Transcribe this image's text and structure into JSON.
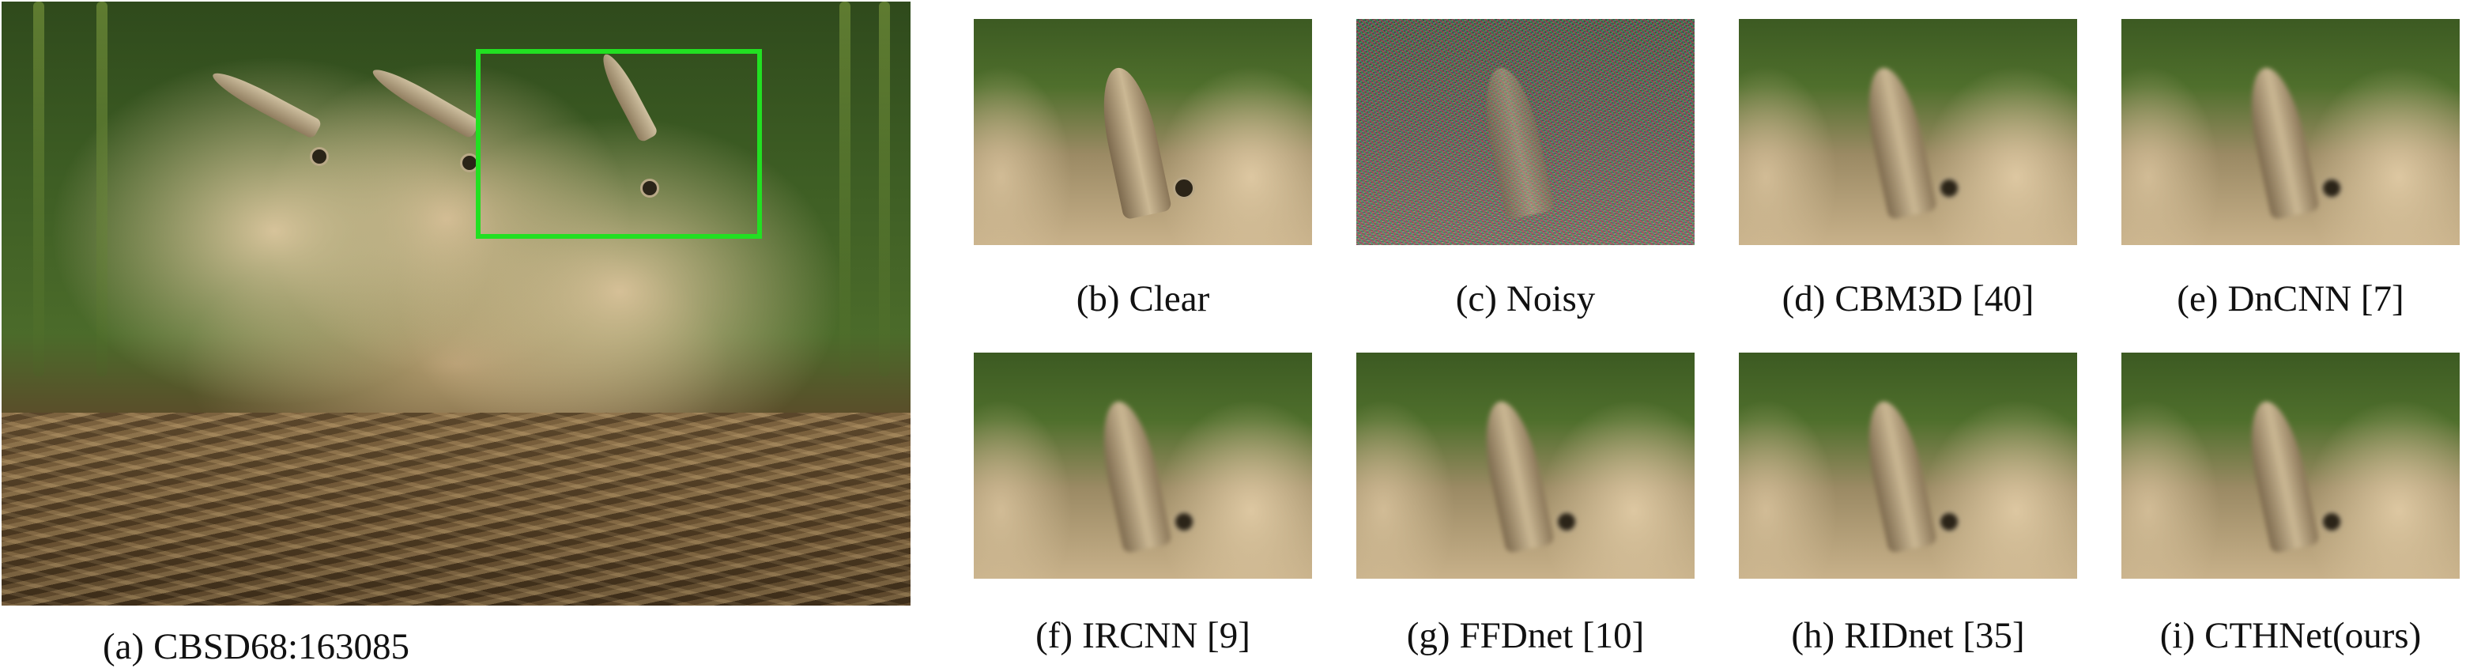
{
  "figure": {
    "main": {
      "label": "(a)",
      "caption": "CBSD68:163085",
      "roi_color": "#22e022"
    },
    "panels": [
      {
        "label": "(b)",
        "caption": "Clear"
      },
      {
        "label": "(c)",
        "caption": "Noisy"
      },
      {
        "label": "(d)",
        "caption": "CBM3D [40]"
      },
      {
        "label": "(e)",
        "caption": "DnCNN [7]"
      },
      {
        "label": "(f)",
        "caption": "IRCNN [9]"
      },
      {
        "label": "(g)",
        "caption": "FFDnet [10]"
      },
      {
        "label": "(h)",
        "caption": "RIDnet [35]"
      },
      {
        "label": "(i)",
        "caption": "CTHNet(ours)"
      }
    ]
  }
}
